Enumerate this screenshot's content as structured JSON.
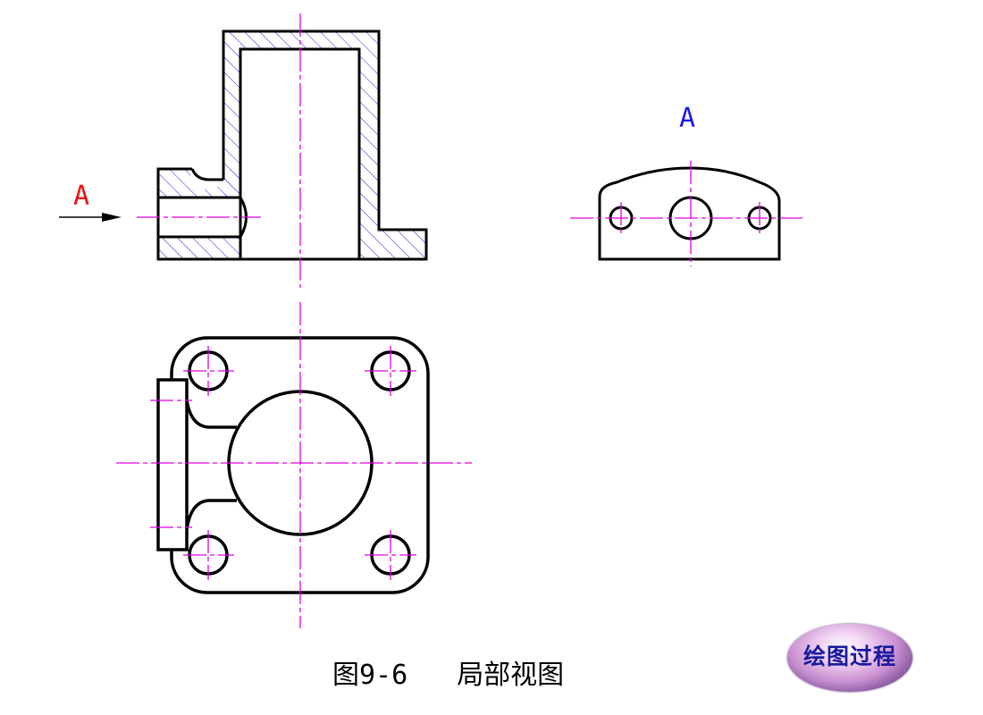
{
  "labels": {
    "view_arrow_letter": "A",
    "aux_view_letter": "A"
  },
  "caption": {
    "figure_number": "图9-6",
    "title": "局部视图"
  },
  "process_button": {
    "label": "绘图过程"
  },
  "colors": {
    "outline": "#000000",
    "centerline": "#e000e0",
    "hatch": "#2a2ad8",
    "label_red": "#ee1111",
    "label_blue": "#1a1aee",
    "button_text": "#1a1aa0"
  }
}
